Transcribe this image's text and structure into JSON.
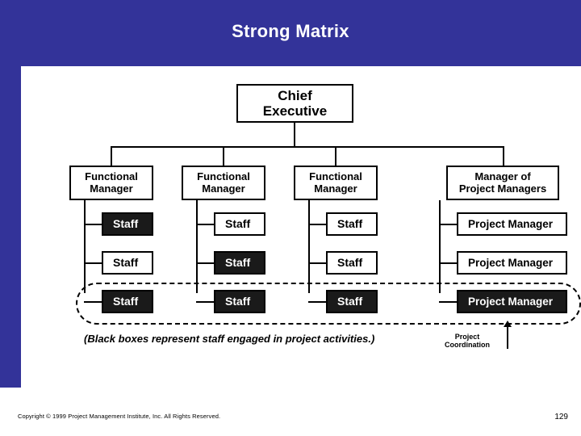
{
  "header": {
    "title": "Strong Matrix",
    "band_color": "#333399"
  },
  "chart": {
    "chief": "Chief\nExecutive",
    "chief_line1": "Chief",
    "chief_line2": "Executive",
    "columns": [
      {
        "head_line1": "Functional",
        "head_line2": "Manager",
        "rows": [
          {
            "label": "Staff",
            "dark": true
          },
          {
            "label": "Staff",
            "dark": false
          },
          {
            "label": "Staff",
            "dark": true
          }
        ]
      },
      {
        "head_line1": "Functional",
        "head_line2": "Manager",
        "rows": [
          {
            "label": "Staff",
            "dark": false
          },
          {
            "label": "Staff",
            "dark": true
          },
          {
            "label": "Staff",
            "dark": true
          }
        ]
      },
      {
        "head_line1": "Functional",
        "head_line2": "Manager",
        "rows": [
          {
            "label": "Staff",
            "dark": false
          },
          {
            "label": "Staff",
            "dark": false
          },
          {
            "label": "Staff",
            "dark": true
          }
        ]
      },
      {
        "head_line1": "Manager of",
        "head_line2": "Project Managers",
        "rows": [
          {
            "label": "Project Manager",
            "dark": false
          },
          {
            "label": "Project Manager",
            "dark": false
          },
          {
            "label": "Project Manager",
            "dark": true
          }
        ]
      }
    ],
    "caption": "(Black boxes represent staff engaged in project activities.)",
    "coordination_line1": "Project",
    "coordination_line2": "Coordination"
  },
  "footer": {
    "copyright": "Copyright © 1999 Project Management Institute, Inc. All Rights Reserved.",
    "page_number": "129"
  }
}
